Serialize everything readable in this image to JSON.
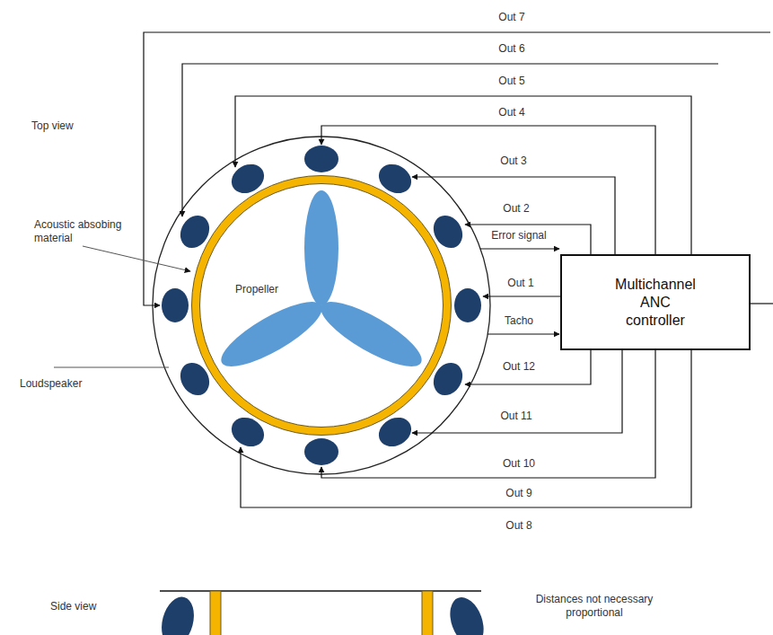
{
  "diagram": {
    "nodes": [
      {
        "text": [
          "Multichannel ANC controller"
        ]
      }
    ],
    "labels": [
      "Top view",
      "Acoustic absobing material",
      "Propeller",
      "Loudspeaker",
      "Out 7",
      "Out 6",
      "Out 5",
      "Out 4",
      "Out 3",
      "Out 2",
      "Error signal",
      "Out 1",
      "Tacho",
      "Out 12",
      "Out 11",
      "Out 10",
      "Out 9",
      "Out 8",
      "Side view",
      "Distances not necessary proportional"
    ]
  }
}
